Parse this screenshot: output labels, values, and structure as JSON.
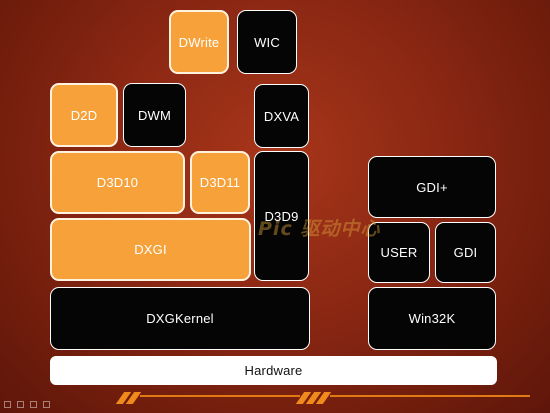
{
  "components": {
    "dwrite": "DWrite",
    "wic": "WIC",
    "d2d": "D2D",
    "dwm": "DWM",
    "dxva": "DXVA",
    "d3d10": "D3D10",
    "d3d11": "D3D11",
    "d3d9": "D3D9",
    "dxgi": "DXGI",
    "dxgkernel": "DXGKernel",
    "gdi_plus": "GDI+",
    "user": "USER",
    "gdi": "GDI",
    "win32k": "Win32K",
    "hardware": "Hardware"
  },
  "watermark": "Pic 驱动中心",
  "colors": {
    "orange_block": "#f6a13a",
    "black_block": "#050505",
    "hardware_block": "#ffffff",
    "background": "#8a2713"
  }
}
